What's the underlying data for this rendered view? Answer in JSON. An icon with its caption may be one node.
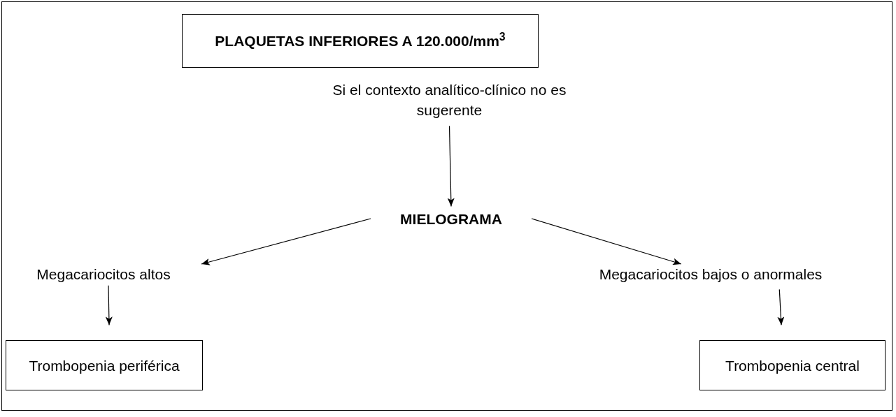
{
  "diagram": {
    "nodes": [
      {
        "text": [
          "PLAQUETAS INFERIORES A 120.000/mm$^{3}$"
        ]
      },
      {
        "text": [
          "Si el contexto analítico-clínico no es sugerente"
        ]
      },
      {
        "text": [
          "MIELOGRAMA"
        ]
      },
      {
        "text": [
          "Megacariocitos altos"
        ]
      },
      {
        "text": [
          "Megacariocitos bajos o anormales"
        ]
      },
      {
        "text": [
          "Trombopenia periférica"
        ]
      },
      {
        "text": [
          "Trombopenia central"
        ]
      }
    ],
    "edges": [
      {
        "from": 1,
        "to": 2,
        "arrow": "to"
      },
      {
        "from": 2,
        "to": 3,
        "arrow": "to"
      },
      {
        "from": 2,
        "to": 4,
        "arrow": "to"
      },
      {
        "from": 3,
        "to": 5,
        "arrow": "to"
      },
      {
        "from": 4,
        "to": 6,
        "arrow": "to"
      }
    ]
  }
}
